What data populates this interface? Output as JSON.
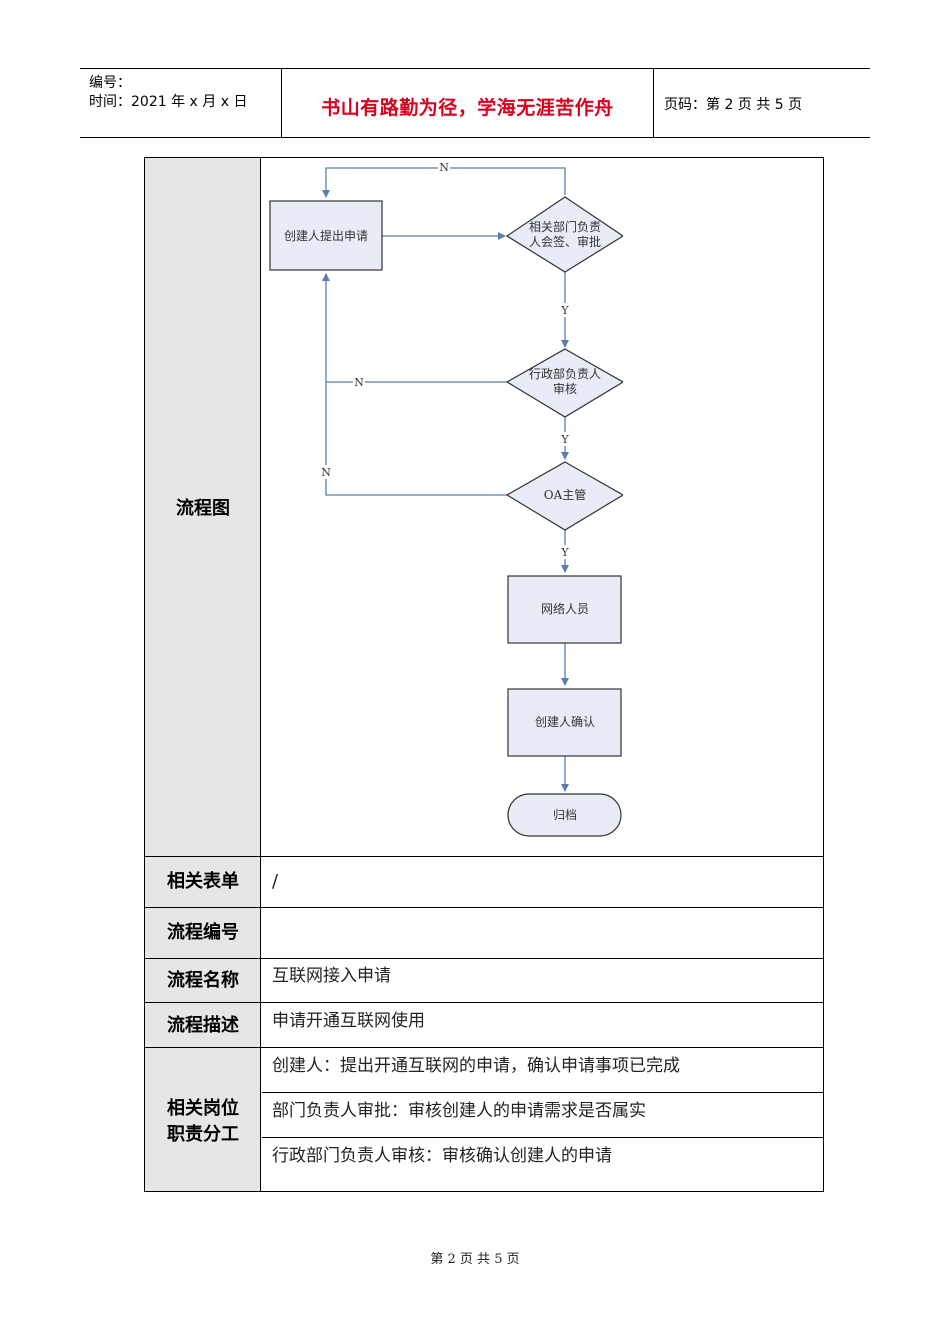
{
  "header": {
    "number_label": "编号：",
    "date_label": "时间：2021 年 x 月 x 日",
    "motto": "书山有路勤为径，学海无涯苦作舟",
    "page_label": "页码：第 2 页  共 5 页"
  },
  "table": {
    "flowchart_label": "流程图",
    "forms_label": "相关表单",
    "forms_value": "/",
    "process_no_label": "流程编号",
    "process_no_value": "",
    "process_name_label": "流程名称",
    "process_name_value": "互联网接入申请",
    "process_desc_label": "流程描述",
    "process_desc_value": "申请开通互联网使用",
    "duties_label_1": "相关岗位",
    "duties_label_2": "职责分工",
    "duties": [
      "创建人：提出开通互联网的申请，确认申请事项已完成",
      "部门负责人审批：审核创建人的申请需求是否属实",
      "行政部门负责人审核：审核确认创建人的申请"
    ]
  },
  "flowchart": {
    "node_create": "创建人提出申请",
    "node_dept_line1": "相关部门负责",
    "node_dept_line2": "人会签、审批",
    "node_admin_line1": "行政部负责人",
    "node_admin_line2": "审核",
    "node_oa": "OA主管",
    "node_network": "网络人员",
    "node_confirm": "创建人确认",
    "node_archive": "归档",
    "label_no": "N",
    "label_yes": "Y",
    "colors": {
      "box_fill": "#e9ecf6",
      "box_stroke": "#333333",
      "arrow": "#5a7fae"
    }
  },
  "footer": {
    "text": "第  2  页  共  5  页"
  }
}
